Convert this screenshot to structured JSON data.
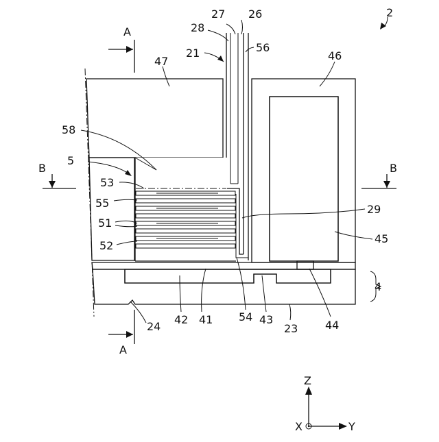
{
  "figure_number": "2",
  "section_labels": {
    "a_top": "A",
    "a_bottom": "A",
    "b_left": "B",
    "b_right": "B"
  },
  "labels": {
    "l27": "27",
    "l26": "26",
    "l28": "28",
    "l56": "56",
    "l21": "21",
    "l47": "47",
    "l46": "46",
    "l58": "58",
    "l5": "5",
    "l53": "53",
    "l55": "55",
    "l51": "51",
    "l52": "52",
    "l29": "29",
    "l45": "45",
    "l4": "4",
    "l24": "24",
    "l42": "42",
    "l41": "41",
    "l54": "54",
    "l43": "43",
    "l23": "23",
    "l44": "44"
  },
  "axes": {
    "z": "Z",
    "x": "X",
    "y": "Y"
  }
}
